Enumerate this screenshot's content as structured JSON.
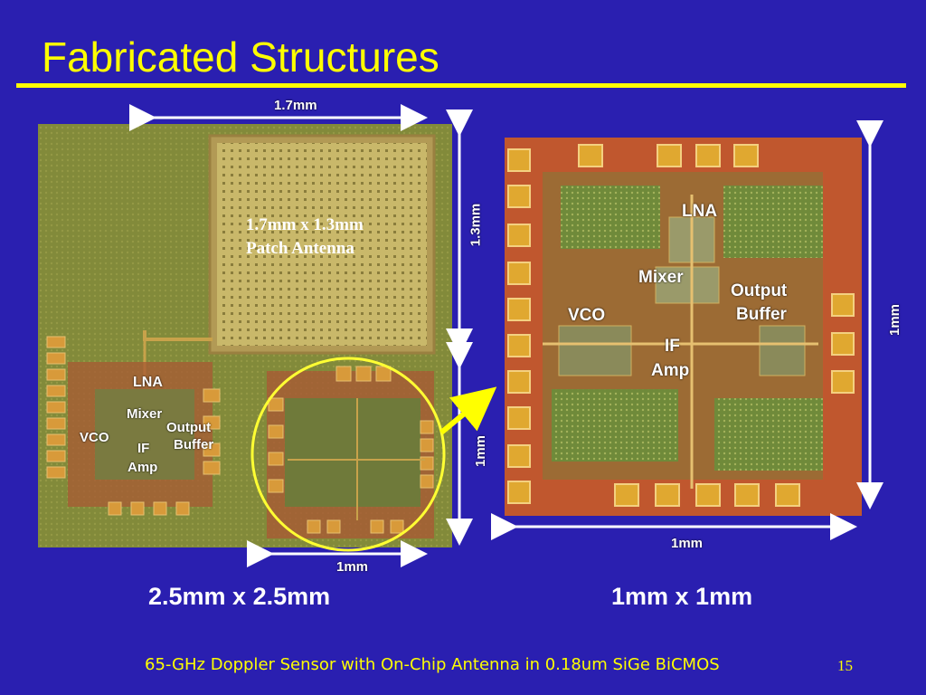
{
  "slide": {
    "title": "Fabricated Structures",
    "colors": {
      "background": "#2a1fb0",
      "title": "#ffff00",
      "footer": "#ffff00",
      "circle": "#ffff33"
    }
  },
  "left_die": {
    "width_label": "1.7mm",
    "height_label": "1.3mm",
    "antenna_label_1": "1.7mm x 1.3mm",
    "antenna_label_2": "Patch Antenna",
    "circuit_height_label": "1mm",
    "circuit_width_label": "1mm",
    "blocks": {
      "lna": "LNA",
      "mixer": "Mixer",
      "vco": "VCO",
      "if_1": "IF",
      "if_2": "Amp",
      "ob_1": "Output",
      "ob_2": "Buffer"
    },
    "caption": "2.5mm x 2.5mm"
  },
  "right_die": {
    "height_label": "1mm",
    "width_label": "1mm",
    "blocks": {
      "lna": "LNA",
      "mixer": "Mixer",
      "vco": "VCO",
      "if_1": "IF",
      "if_2": "Amp",
      "ob_1": "Output",
      "ob_2": "Buffer"
    },
    "caption": "1mm x 1mm"
  },
  "footer": {
    "text": "65-GHz Doppler Sensor with On-Chip Antenna in 0.18um SiGe BiCMOS",
    "page_number": "15"
  }
}
